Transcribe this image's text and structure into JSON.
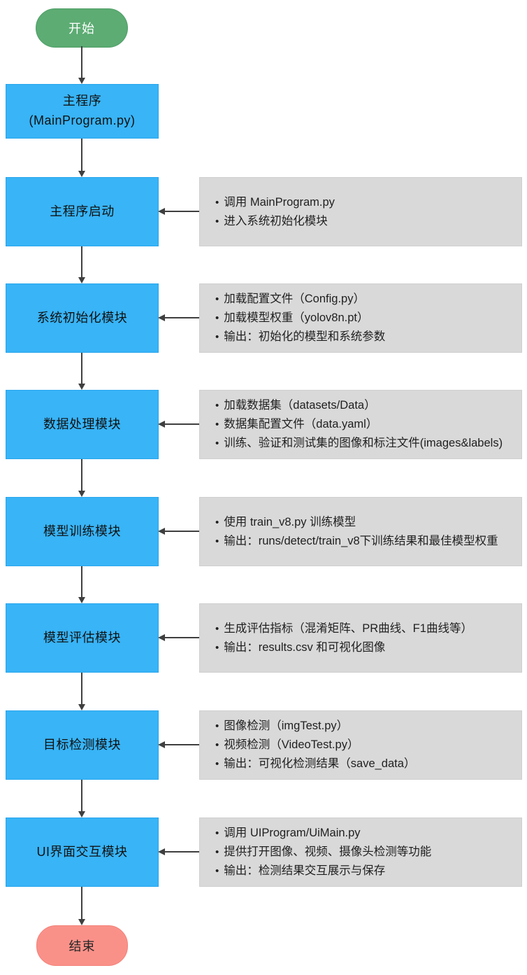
{
  "terminals": {
    "start": {
      "label": "开始"
    },
    "end": {
      "label": "结束"
    }
  },
  "main_box": {
    "line1": "主程序",
    "line2": "(MainProgram.py)"
  },
  "rows": [
    {
      "label": "主程序启动",
      "bullets": [
        "调用 MainProgram.py",
        "进入系统初始化模块"
      ]
    },
    {
      "label": "系统初始化模块",
      "bullets": [
        "加载配置文件（Config.py）",
        "加载模型权重（yolov8n.pt）",
        "输出：初始化的模型和系统参数"
      ]
    },
    {
      "label": "数据处理模块",
      "bullets": [
        "加载数据集（datasets/Data）",
        "数据集配置文件（data.yaml）",
        "训练、验证和测试集的图像和标注文件(images&labels)"
      ]
    },
    {
      "label": "模型训练模块",
      "bullets": [
        "使用 train_v8.py 训练模型",
        "输出：runs/detect/train_v8下训练结果和最佳模型权重"
      ]
    },
    {
      "label": "模型评估模块",
      "bullets": [
        "生成评估指标（混淆矩阵、PR曲线、F1曲线等）",
        "输出：results.csv 和可视化图像"
      ]
    },
    {
      "label": "目标检测模块",
      "bullets": [
        "图像检测（imgTest.py）",
        "视频检测（VideoTest.py）",
        "输出：可视化检测结果（save_data）"
      ]
    },
    {
      "label": "UI界面交互模块",
      "bullets": [
        "调用 UIProgram/UiMain.py",
        "提供打开图像、视频、摄像头检测等功能",
        "输出：检测结果交互展示与保存"
      ]
    }
  ],
  "colors": {
    "node_blue": "#38B4F7",
    "terminal_green": "#5CAC73",
    "terminal_red": "#FA9189",
    "annotation_gray": "#D9D9D9",
    "arrow": "#3F3F3F"
  }
}
